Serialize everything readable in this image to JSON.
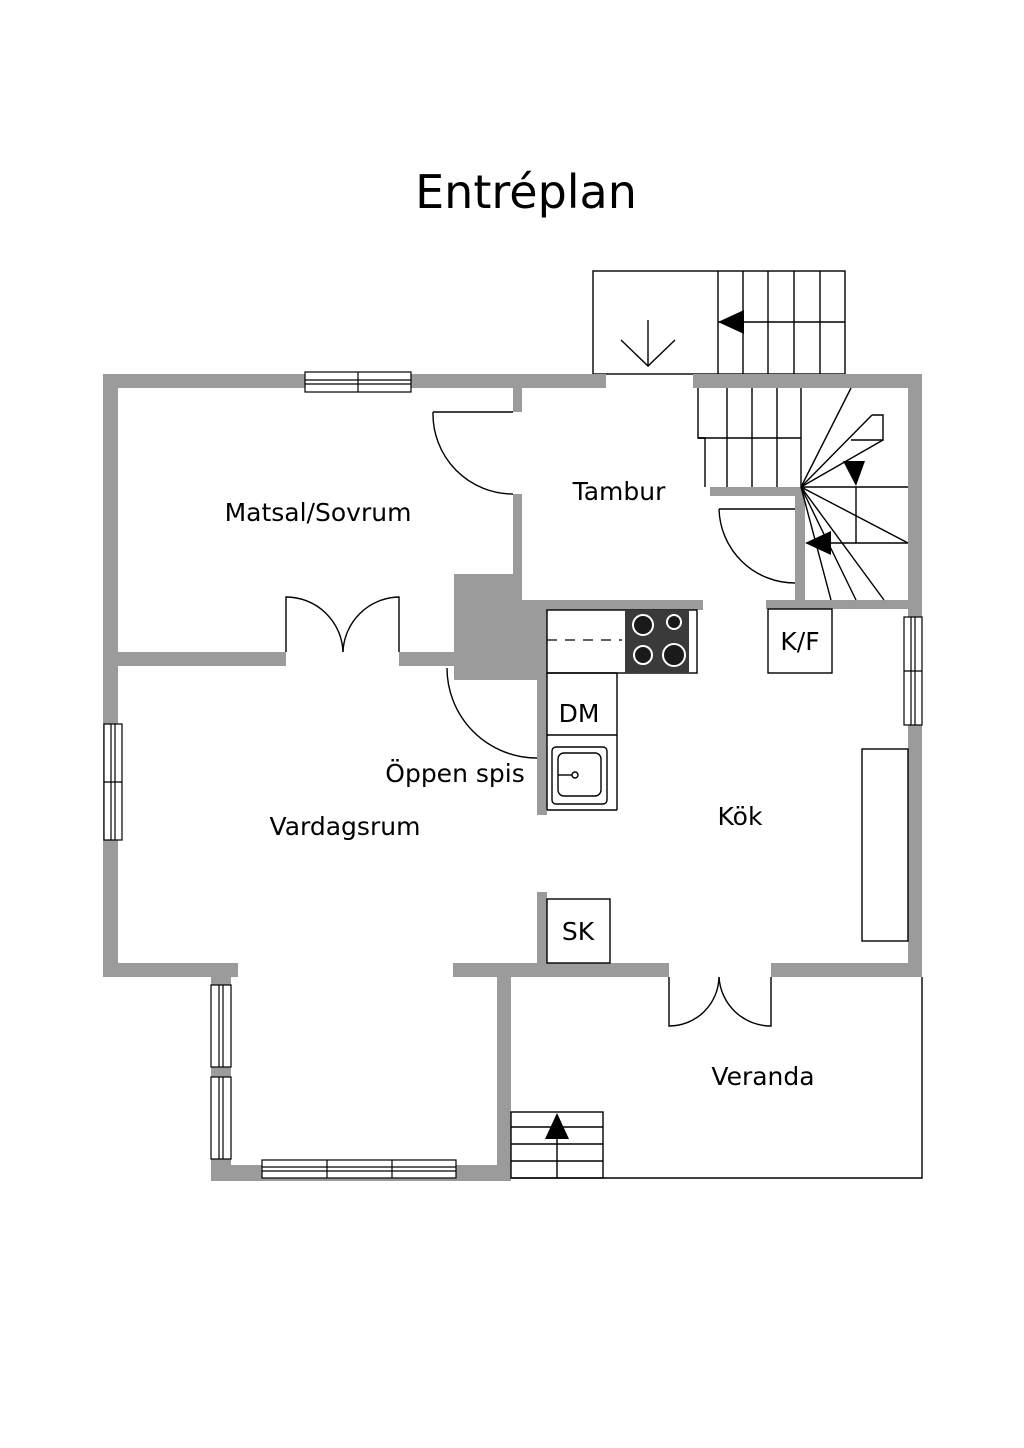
{
  "title": "Entréplan",
  "rooms": {
    "matsal": "Matsal/Sovrum",
    "tambur": "Tambur",
    "vardagsrum": "Vardagsrum",
    "oppen_spis": "Öppen spis",
    "kok": "Kök",
    "veranda": "Veranda"
  },
  "fixtures": {
    "dm": "DM",
    "kf": "K/F",
    "sk": "SK"
  },
  "colors": {
    "wall": "#9b9b9b",
    "line": "#000000",
    "stove": "#3a3a3a"
  }
}
